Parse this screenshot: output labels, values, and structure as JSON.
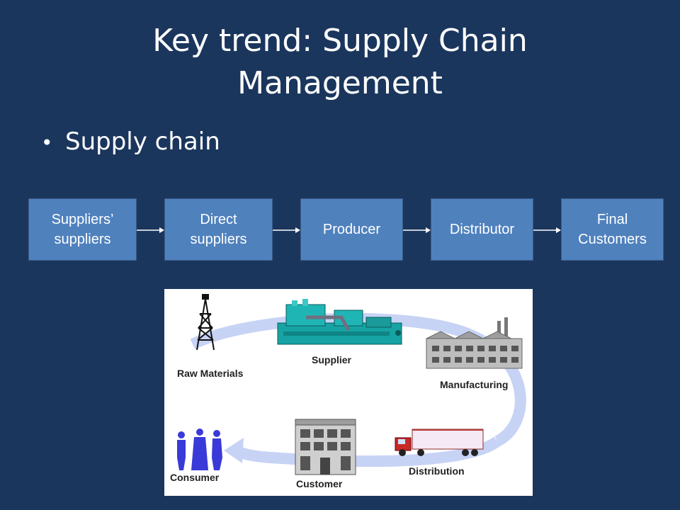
{
  "slide": {
    "title_line1": "Key trend:  Supply Chain",
    "title_line2": "Management",
    "bullet": "Supply chain"
  },
  "flow": {
    "boxes": [
      {
        "line1": "Suppliers’",
        "line2": "suppliers"
      },
      {
        "line1": "Direct",
        "line2": "suppliers"
      },
      {
        "line1": "Producer",
        "line2": ""
      },
      {
        "line1": "Distributor",
        "line2": ""
      },
      {
        "line1": "Final",
        "line2": "Customers"
      }
    ]
  },
  "illustration": {
    "labels": {
      "raw_materials": "Raw Materials",
      "supplier": "Supplier",
      "manufacturing": "Manufacturing",
      "distribution": "Distribution",
      "customer": "Customer",
      "consumer": "Consumer"
    }
  },
  "colors": {
    "background": "#1b365d",
    "box_fill": "#4f81bd",
    "box_border": "#385d8a",
    "cycle_arrow": "#b7c6f2"
  }
}
